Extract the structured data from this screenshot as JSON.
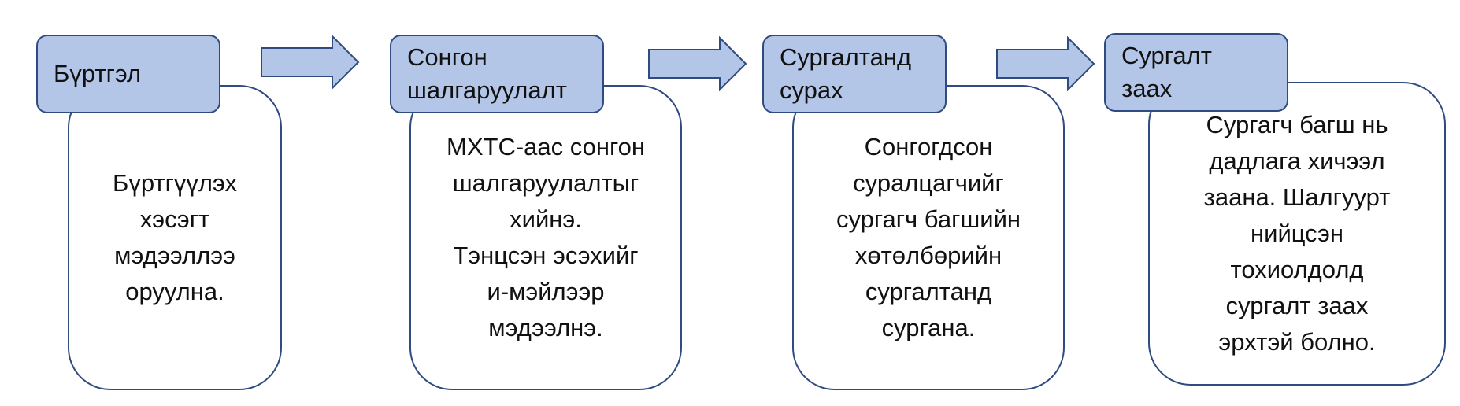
{
  "steps": [
    {
      "title": "Бүртгэл",
      "description": "Бүртгүүлэх\nхэсэгт\nмэдээллээ\nоруулна."
    },
    {
      "title": "Сонгон\nшалгаруулалт",
      "description": "МХТС-аас сонгон\nшалгаруулалтыг\nхийнэ.\nТэнцсэн эсэхийг\nи-мэйлээр\nмэдээлнэ."
    },
    {
      "title": "Сургалтанд\nсурах",
      "description": "Сонгогдсон\nсуралцагчийг\nсургагч багшийн\nхөтөлбөрийн\nсургалтанд\nсургана."
    },
    {
      "title": "Сургалт\nзаах",
      "description": "Сургагч багш нь\nдадлага хичээл\nзаана. Шалгуурт\nнийцсэн\nтохиолдолд\nсургалт заах\nэрхтэй болно."
    }
  ],
  "colors": {
    "header_fill": "#b4c6e7",
    "outline": "#2f4b80",
    "body_fill": "#ffffff"
  }
}
